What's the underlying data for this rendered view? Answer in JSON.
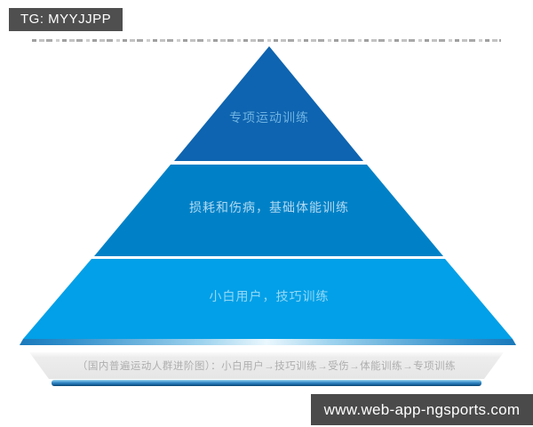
{
  "badge": {
    "text": "TG: MYYJJPP"
  },
  "pyramid": {
    "tiers": [
      {
        "label": "专项运动训练",
        "fill": "#0e64b0",
        "label_color": "#6fb3e2"
      },
      {
        "label": "损耗和伤病，基础体能训练",
        "fill": "#0081c7",
        "label_color": "#aed9f1"
      },
      {
        "label": "小白用户，技巧训练",
        "fill": "#02a0e8",
        "label_color": "#92d9f6"
      }
    ],
    "base_caption": "（国内普遍运动人群进阶图）：小白用户→技巧训练→受伤→体能训练→专项训练"
  },
  "watermark": {
    "url": "www.web-app-ngsports.com"
  },
  "colors": {
    "badge_bg": "#4f4f4f",
    "watermark_bg": "#4a4a4a",
    "tier_top": "#0e64b0",
    "tier_middle": "#0081c7",
    "tier_bottom": "#02a0e8",
    "plinth_grey": "#e6e6e6",
    "base_bar_blue": "#1d6ba8"
  }
}
